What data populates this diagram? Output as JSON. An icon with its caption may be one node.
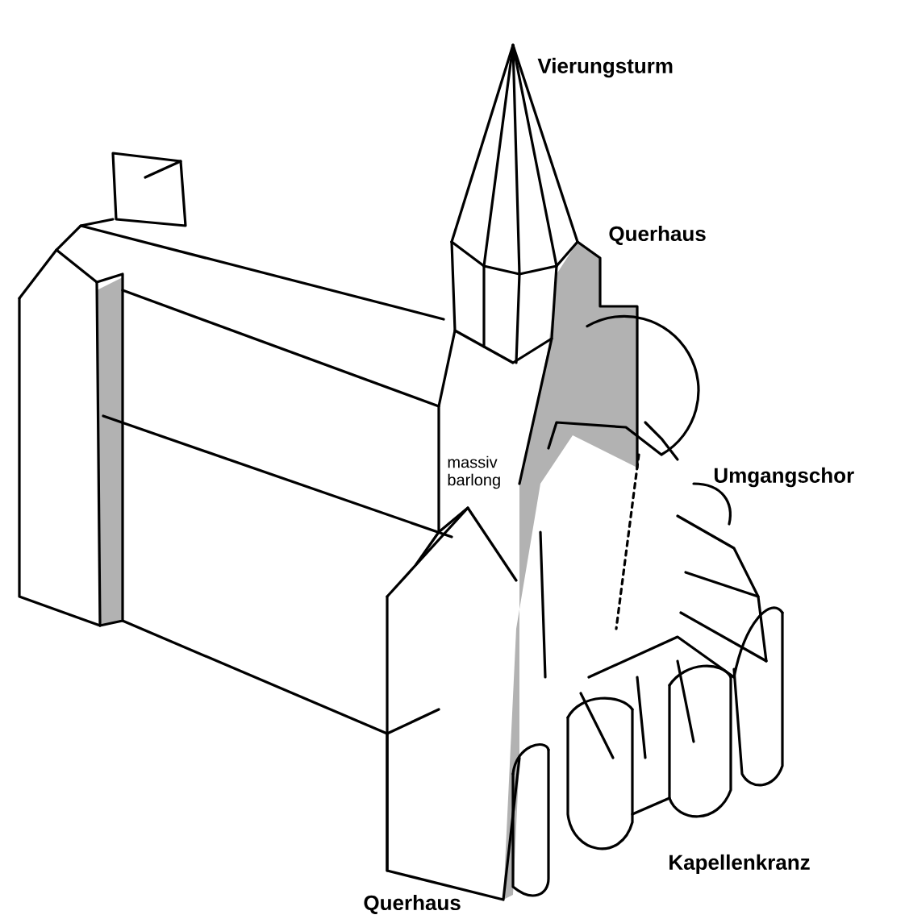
{
  "diagram": {
    "labels": [
      "Vierungsturm",
      "Querhaus",
      "Umgangschor",
      "massiv barlong",
      "Querhaus",
      "Kapellenkranz"
    ]
  }
}
